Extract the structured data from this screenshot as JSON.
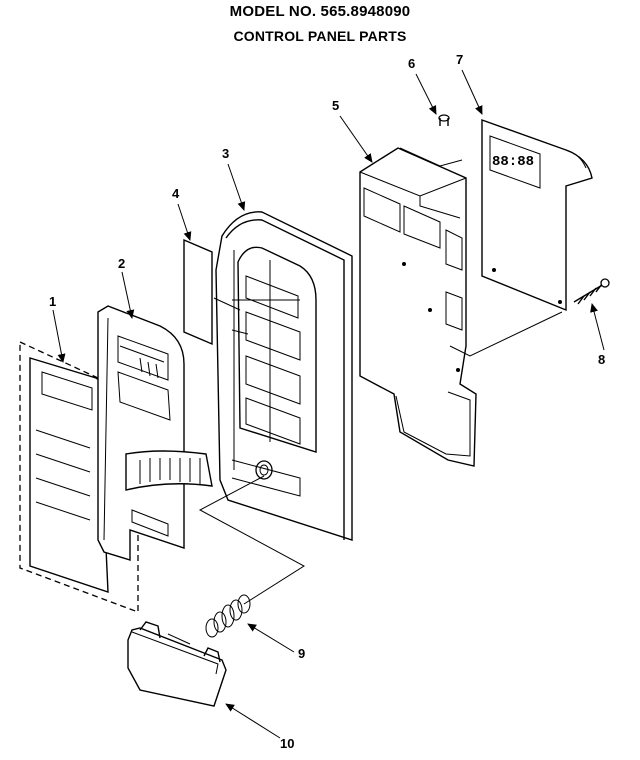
{
  "header": {
    "model": "MODEL NO. 565.8948090",
    "subtitle": "CONTROL PANEL PARTS"
  },
  "display_readout": "88:88",
  "callouts": [
    "1",
    "2",
    "3",
    "4",
    "5",
    "6",
    "7",
    "8",
    "9",
    "10"
  ]
}
